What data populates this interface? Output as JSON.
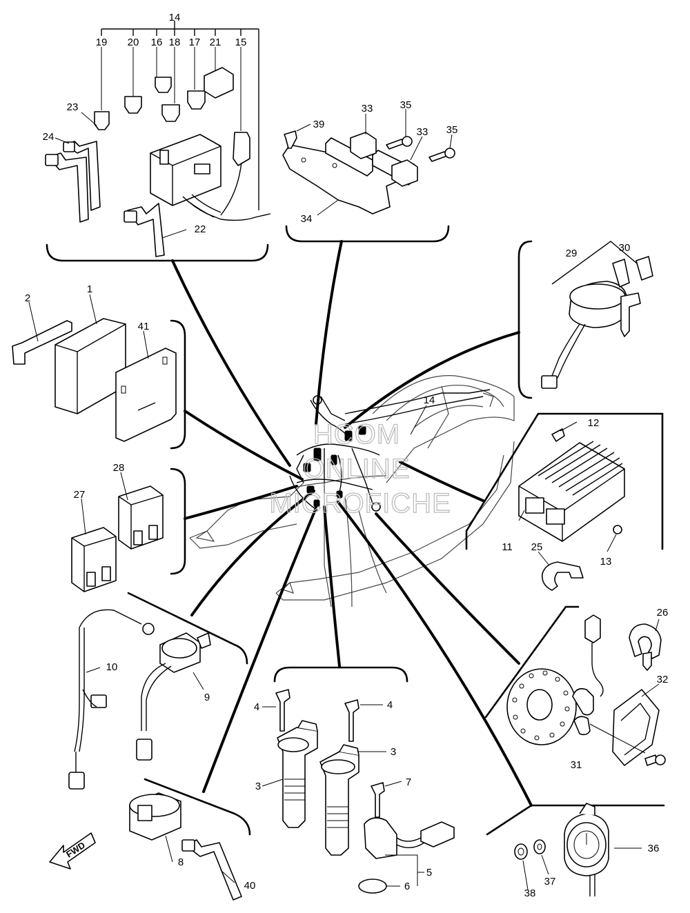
{
  "watermark": {
    "line1": "HCOM",
    "line2": "ONLINE",
    "line3": "MICROFICHE"
  },
  "fwd_label": "FWD",
  "callouts": {
    "c1": "1",
    "c2": "2",
    "c3a": "3",
    "c3b": "3",
    "c4a": "4",
    "c4b": "4",
    "c5": "5",
    "c6": "6",
    "c7": "7",
    "c8": "8",
    "c9": "9",
    "c10": "10",
    "c11": "11",
    "c12": "12",
    "c13": "13",
    "c14a": "14",
    "c14b": "14",
    "c15": "15",
    "c16": "16",
    "c17": "17",
    "c18": "18",
    "c19": "19",
    "c20": "20",
    "c21": "21",
    "c22": "22",
    "c23": "23",
    "c24": "24",
    "c25": "25",
    "c26": "26",
    "c27": "27",
    "c28": "28",
    "c29": "29",
    "c30": "30",
    "c31": "31",
    "c32": "32",
    "c33a": "33",
    "c33b": "33",
    "c34": "34",
    "c35a": "35",
    "c35b": "35",
    "c36": "36",
    "c37": "37",
    "c38": "38",
    "c39": "39",
    "c40": "40",
    "c41": "41"
  }
}
